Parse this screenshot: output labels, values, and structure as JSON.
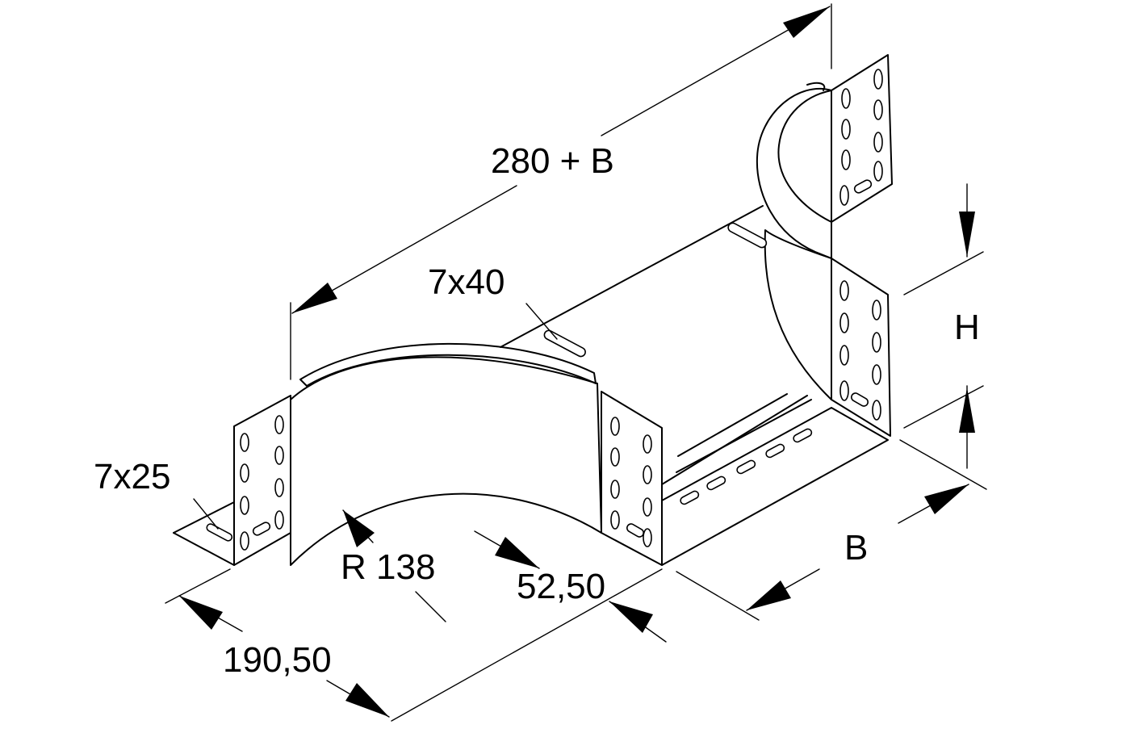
{
  "diagram": {
    "dimensions": {
      "top_length": "280 + B",
      "slot_top": "7x40",
      "slot_left": "7x25",
      "radius": "R 138",
      "front_length": "190,50",
      "offset": "52,50",
      "height": "H",
      "width": "B"
    }
  }
}
